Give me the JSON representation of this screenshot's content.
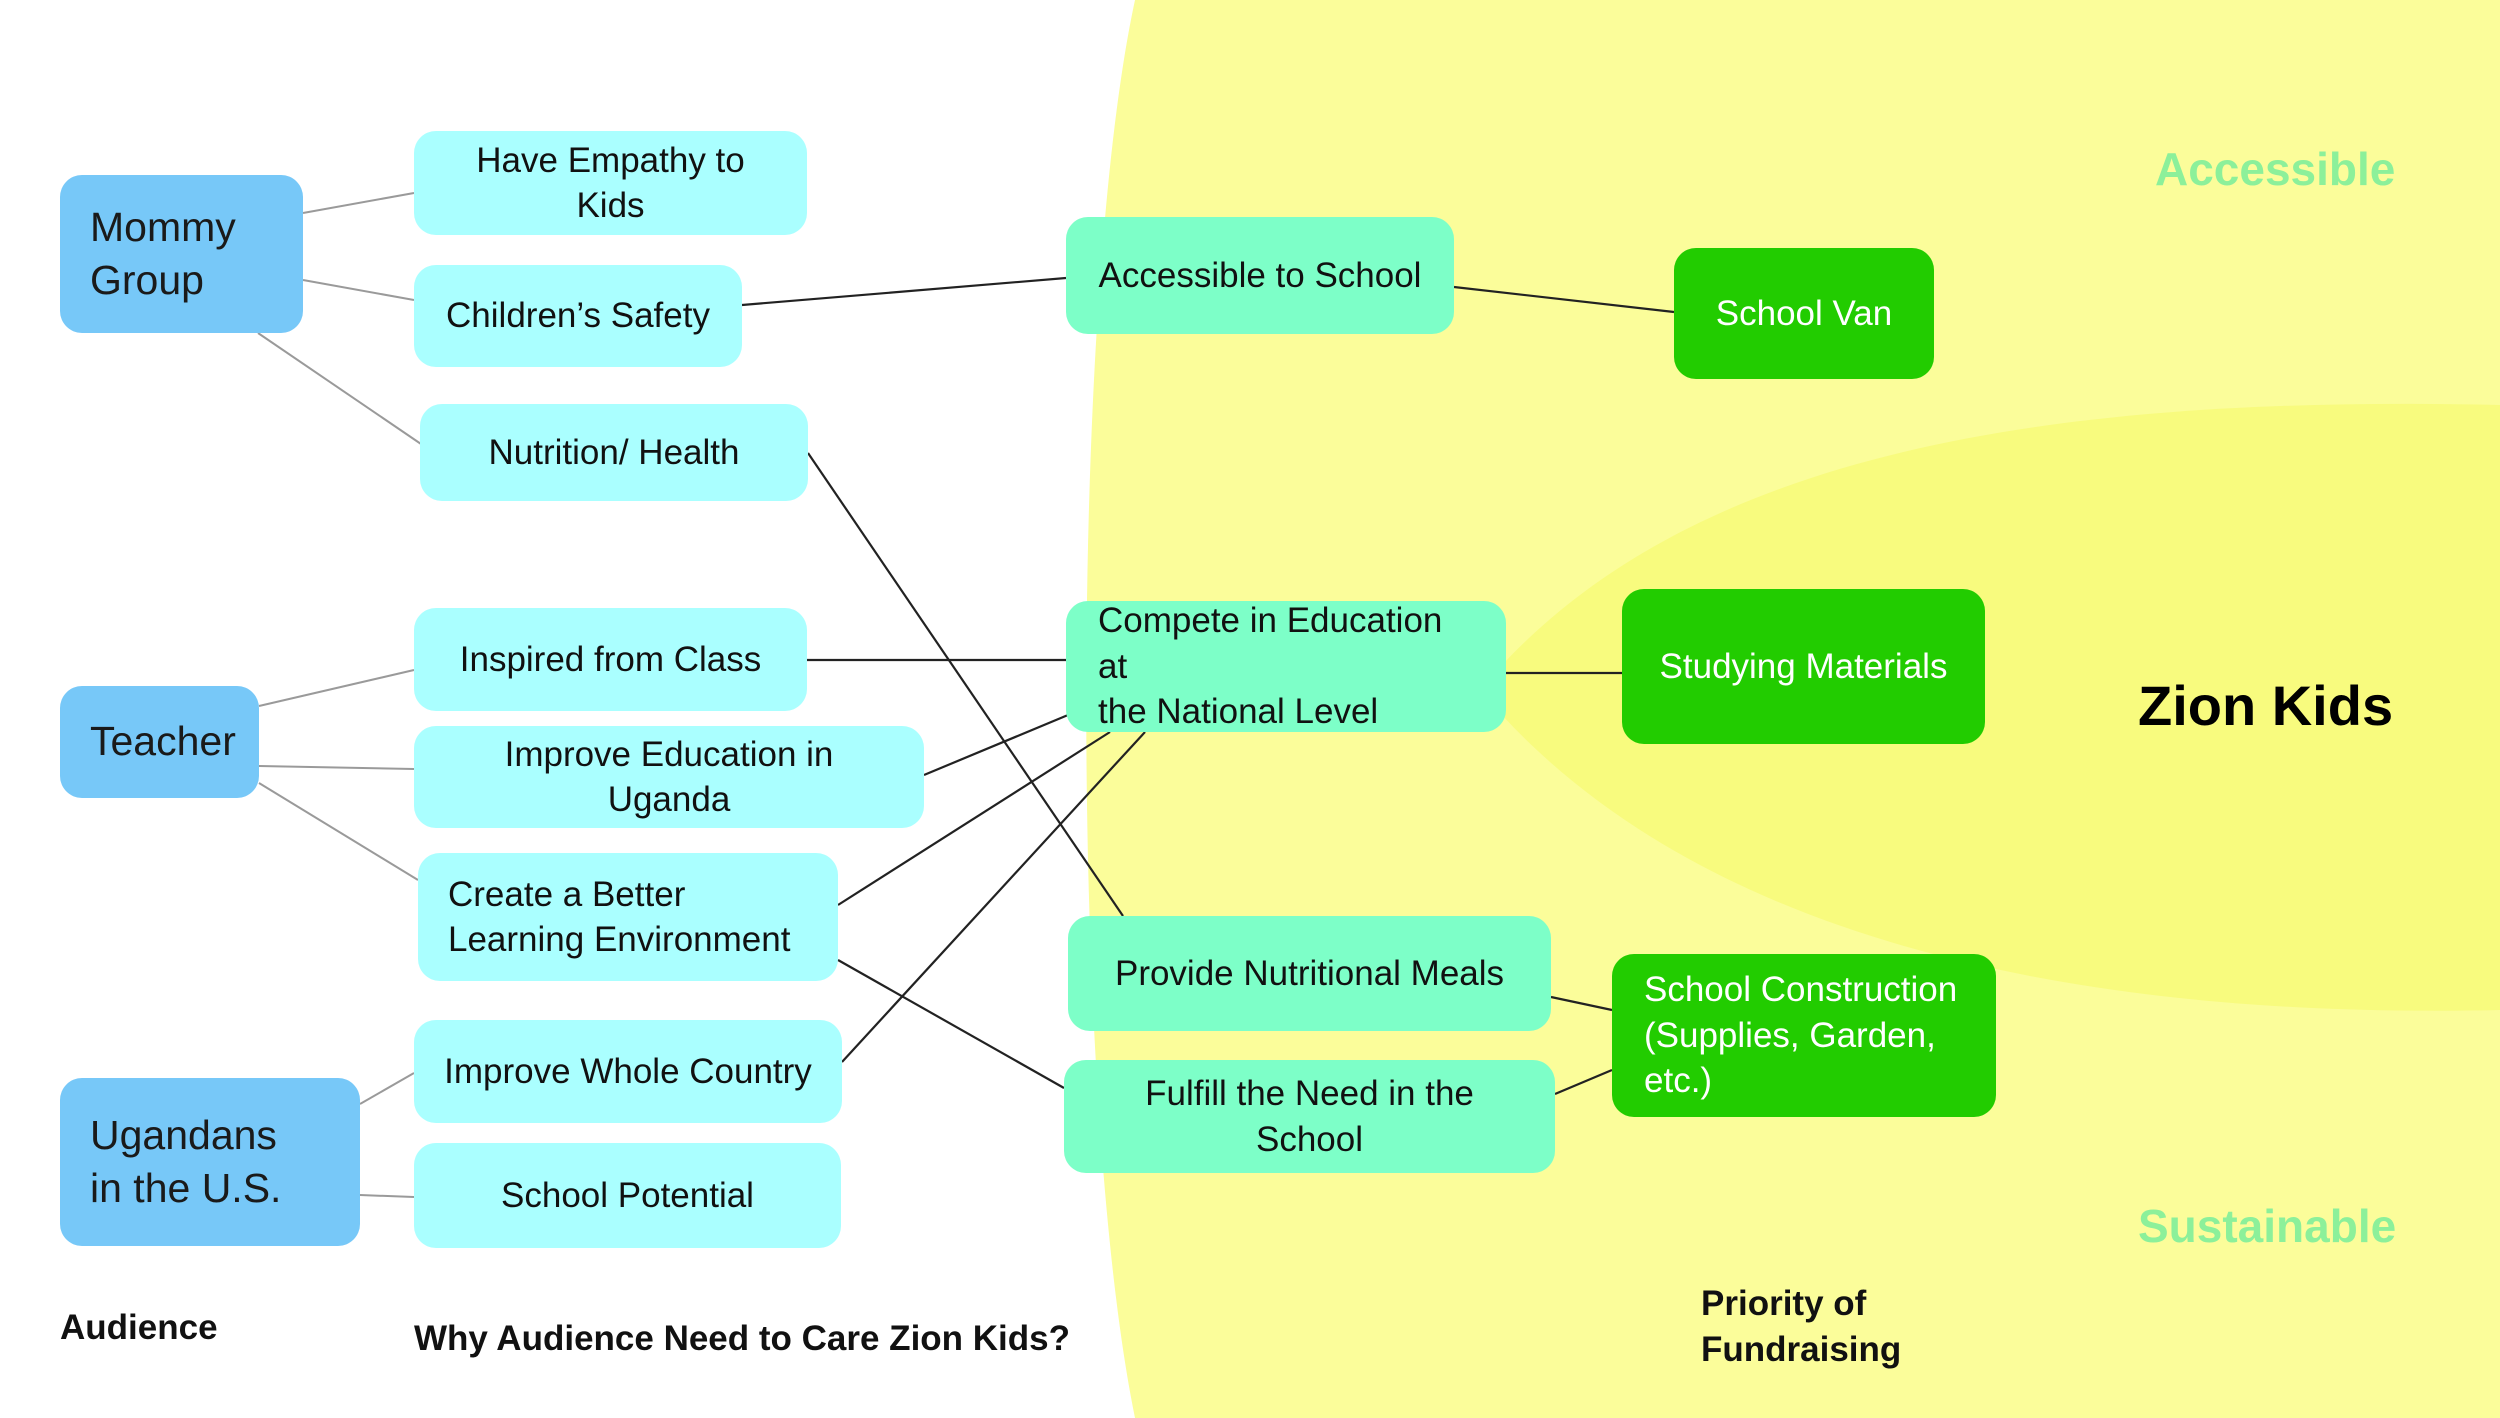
{
  "colors": {
    "background": "#ffffff",
    "outer_zone": "#fbfd9a",
    "inner_zone": "#f8fb7e",
    "audience": "#77c8f8",
    "reason": "#aaffff",
    "goal": "#7dffc8",
    "priority": "#22cc00",
    "zone_label": "#8cf09a",
    "connector_dark": "#222222",
    "connector_light": "#9a9a9a"
  },
  "audience": [
    {
      "id": "mommy",
      "label": "Mommy\nGroup"
    },
    {
      "id": "teacher",
      "label": "Teacher"
    },
    {
      "id": "ugandans",
      "label": "Ugandans\nin the U.S."
    }
  ],
  "reasons": [
    {
      "id": "empathy",
      "label": "Have Empathy to Kids"
    },
    {
      "id": "safety",
      "label": "Children’s Safety"
    },
    {
      "id": "nutrition",
      "label": "Nutrition/ Health"
    },
    {
      "id": "inspired",
      "label": "Inspired from Class"
    },
    {
      "id": "improve_edu",
      "label": "Improve Education in Uganda"
    },
    {
      "id": "better_env",
      "label": "Create a Better\nLearning Environment"
    },
    {
      "id": "whole_country",
      "label": "Improve Whole Country"
    },
    {
      "id": "school_potential",
      "label": "School Potential"
    }
  ],
  "goals": [
    {
      "id": "accessible",
      "label": "Accessible to School"
    },
    {
      "id": "compete",
      "label": "Compete in Education at\nthe National Level"
    },
    {
      "id": "meals",
      "label": "Provide Nutritional Meals"
    },
    {
      "id": "fulfill",
      "label": "Fulfill the Need in the School"
    }
  ],
  "priorities": [
    {
      "id": "van",
      "label": "School Van"
    },
    {
      "id": "materials",
      "label": "Studying Materials"
    },
    {
      "id": "construction",
      "label": "School Construction\n(Supplies, Garden, etc.)"
    }
  ],
  "labels": {
    "audience": "Audience",
    "why": "Why Audience Need to Care Zion Kids?",
    "priority": "Priority of\nFundraising",
    "accessible": "Accessible",
    "sustainable": "Sustainable",
    "center": "Zion Kids"
  },
  "connections": [
    {
      "from": "mommy",
      "to": "empathy",
      "style": "light"
    },
    {
      "from": "mommy",
      "to": "safety",
      "style": "light"
    },
    {
      "from": "mommy",
      "to": "nutrition",
      "style": "light"
    },
    {
      "from": "teacher",
      "to": "inspired",
      "style": "light"
    },
    {
      "from": "teacher",
      "to": "improve_edu",
      "style": "light"
    },
    {
      "from": "teacher",
      "to": "better_env",
      "style": "light"
    },
    {
      "from": "ugandans",
      "to": "whole_country",
      "style": "light"
    },
    {
      "from": "ugandans",
      "to": "school_potential",
      "style": "light"
    },
    {
      "from": "safety",
      "to": "accessible",
      "style": "dark"
    },
    {
      "from": "nutrition",
      "to": "meals",
      "style": "dark"
    },
    {
      "from": "inspired",
      "to": "compete",
      "style": "dark"
    },
    {
      "from": "improve_edu",
      "to": "compete",
      "style": "dark"
    },
    {
      "from": "better_env",
      "to": "compete",
      "style": "dark"
    },
    {
      "from": "better_env",
      "to": "fulfill",
      "style": "dark"
    },
    {
      "from": "whole_country",
      "to": "compete",
      "style": "dark"
    },
    {
      "from": "accessible",
      "to": "van",
      "style": "dark"
    },
    {
      "from": "compete",
      "to": "materials",
      "style": "dark"
    },
    {
      "from": "meals",
      "to": "construction",
      "style": "dark"
    },
    {
      "from": "fulfill",
      "to": "construction",
      "style": "dark"
    }
  ]
}
